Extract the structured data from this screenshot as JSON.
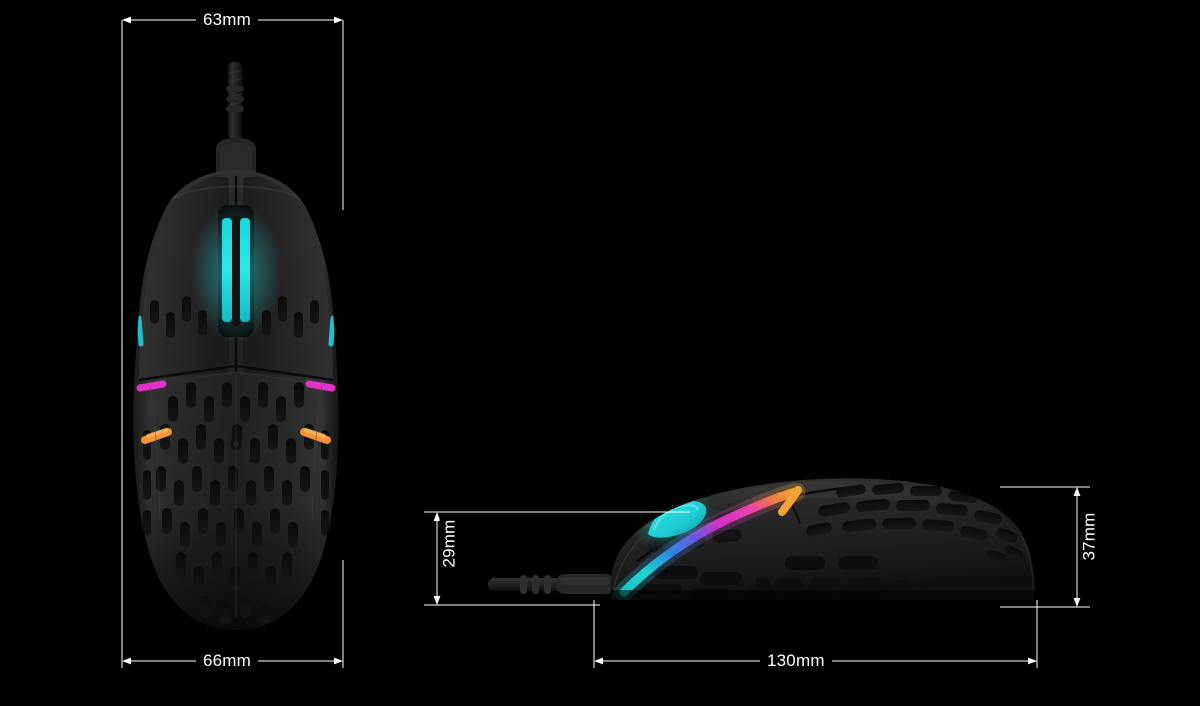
{
  "page": {
    "background_color": "#000000",
    "title": "Gaming mouse dimension diagram"
  },
  "dimensions": {
    "top_view_width_upper": "63mm",
    "top_view_width_lower": "66mm",
    "side_view_height_front": "29mm",
    "side_view_height_rear": "37mm",
    "side_view_length": "130mm"
  },
  "views": {
    "top": {
      "name": "top-view",
      "label": "Top view of honeycomb gaming mouse"
    },
    "side": {
      "name": "side-view",
      "label": "Side profile view of honeycomb gaming mouse"
    }
  },
  "colors": {
    "line": "#ffffff",
    "label_text": "#ffffff",
    "shell_dark": "#161616",
    "shell_mid": "#2b2b2b",
    "shell_light": "#3d3d3d",
    "rgb_cyan": "#22d3d8",
    "rgb_blue": "#4060e8",
    "rgb_magenta": "#e031c8",
    "rgb_orange": "#f09030",
    "scroll_glow": "#27d8dc"
  }
}
